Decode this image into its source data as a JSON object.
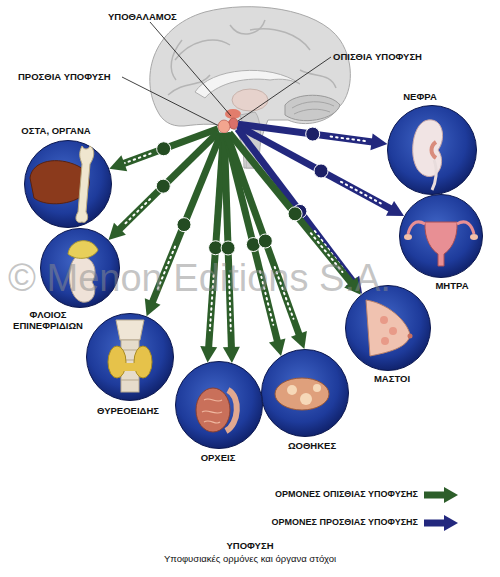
{
  "diagram": {
    "title": "ΥΠΟΦΥΣΗ",
    "caption": "Υποφυσιακές ορμόνες και όργανα στόχοι",
    "nodes": [
      {
        "text": [
          "ΟΠΙΣΘΙΑ ΥΠΟΦΥΣΗ"
        ]
      },
      {
        "text": [
          "ΠΡΟΣΘΙΑ ΥΠΟΦΥΣΗ"
        ]
      },
      {
        "text": [
          "ΝΕΦΡΑ"
        ]
      },
      {
        "text": [
          "ΟΣΤΑ, ΟΡΓΑΝΑ"
        ]
      },
      {
        "text": [
          "ΜΗΤΡΑ"
        ]
      },
      {
        "text": [
          "ΦΛΟΙΟΣ ΕΠΙΝΕΦΡΙΔΙΩΝ"
        ]
      },
      {
        "text": [
          "ΜΑΣΤΟΙ"
        ]
      },
      {
        "text": [
          "ΘΥΡΕΟΕΙΔΗΣ"
        ]
      },
      {
        "text": [
          "ΩΟΘΗΚΕΣ"
        ]
      },
      {
        "text": [
          "ΟΡΧΕΙΣ"
        ]
      }
    ],
    "edges": [
      {
        "from": 0,
        "to": 2,
        "arrow": "to"
      },
      {
        "from": 0,
        "to": 4,
        "arrow": "to"
      },
      {
        "from": 0,
        "to": 6,
        "arrow": "to"
      },
      {
        "from": 1,
        "to": 3,
        "arrow": "to"
      },
      {
        "from": 1,
        "to": 5,
        "arrow": "to"
      },
      {
        "from": 1,
        "to": 7,
        "arrow": "to"
      },
      {
        "from": 1,
        "to": 9,
        "arrow": "to"
      },
      {
        "from": 1,
        "to": 9,
        "arrow": "to"
      },
      {
        "from": 1,
        "to": 8,
        "arrow": "to"
      },
      {
        "from": 1,
        "to": 8,
        "arrow": "to"
      },
      {
        "from": 1,
        "to": 6,
        "arrow": "to"
      }
    ],
    "labels": [
      "ΥΠΟΘΑΛΑΜΟΣ",
      "© Menon Editions S.A."
    ],
    "legend": [
      {
        "text": "ΟΡΜΟΝΕΣ ΟΠΙΣΘΙΑΣ ΥΠΟΦΥΣΗΣ"
      },
      {
        "text": "ΟΡΜΟΝΕΣ ΠΡΟΣΘΙΑΣ ΥΠΟΦΥΣΗΣ"
      }
    ]
  }
}
